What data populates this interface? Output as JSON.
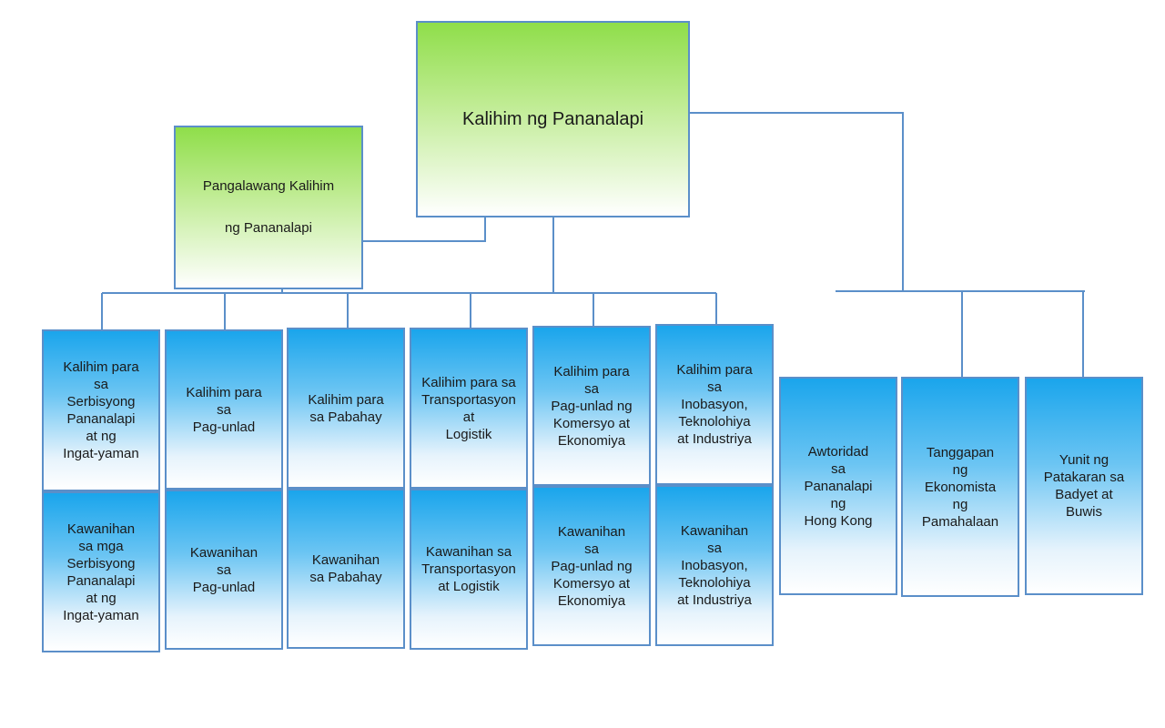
{
  "secretary": {
    "lines": [
      "Kalihim ng Pananalapi"
    ]
  },
  "deputy": {
    "lines": [
      "Pangalawang Kalihim",
      "ng Pananalapi"
    ]
  },
  "secretaries_for": [
    {
      "lines": [
        "Kalihim para",
        "sa",
        "Serbisyong",
        "Pananalapi",
        "at ng",
        "Ingat-yaman"
      ]
    },
    {
      "lines": [
        "Kalihim para",
        "sa",
        "Pag-unlad"
      ]
    },
    {
      "lines": [
        "Kalihim para",
        "sa Pabahay"
      ]
    },
    {
      "lines": [
        "Kalihim para sa",
        "Transportasyon",
        "at",
        "Logistik"
      ]
    },
    {
      "lines": [
        "Kalihim para",
        "sa",
        "Pag-unlad ng",
        "Komersyo at",
        "Ekonomiya"
      ]
    },
    {
      "lines": [
        "Kalihim para",
        "sa",
        "Inobasyon,",
        "Teknolohiya",
        "at Industriya"
      ]
    }
  ],
  "bureaus": [
    {
      "lines": [
        "Kawanihan",
        "sa mga",
        "Serbisyong",
        "Pananalapi",
        "at ng",
        "Ingat-yaman"
      ]
    },
    {
      "lines": [
        "Kawanihan",
        "sa",
        "Pag-unlad"
      ]
    },
    {
      "lines": [
        "Kawanihan",
        "sa Pabahay"
      ]
    },
    {
      "lines": [
        "Kawanihan sa",
        "Transportasyon",
        "at Logistik"
      ]
    },
    {
      "lines": [
        "Kawanihan",
        "sa",
        "Pag-unlad ng",
        "Komersyo at",
        "Ekonomiya"
      ]
    },
    {
      "lines": [
        "Kawanihan",
        "sa",
        "Inobasyon,",
        "Teknolohiya",
        "at Industriya"
      ]
    }
  ],
  "agencies": [
    {
      "lines": [
        "Awtoridad",
        "sa",
        "Pananalapi",
        "ng",
        "Hong Kong"
      ]
    },
    {
      "lines": [
        "Tanggapan",
        "ng",
        "Ekonomista",
        "ng",
        "Pamahalaan"
      ]
    },
    {
      "lines": [
        "Yunit ng",
        "Patakaran sa",
        "Badyet at",
        "Buwis"
      ]
    }
  ],
  "colors": {
    "connector": "#5b8fc9",
    "green_top": "#8fde4a",
    "blue_top": "#1aa5ec"
  }
}
